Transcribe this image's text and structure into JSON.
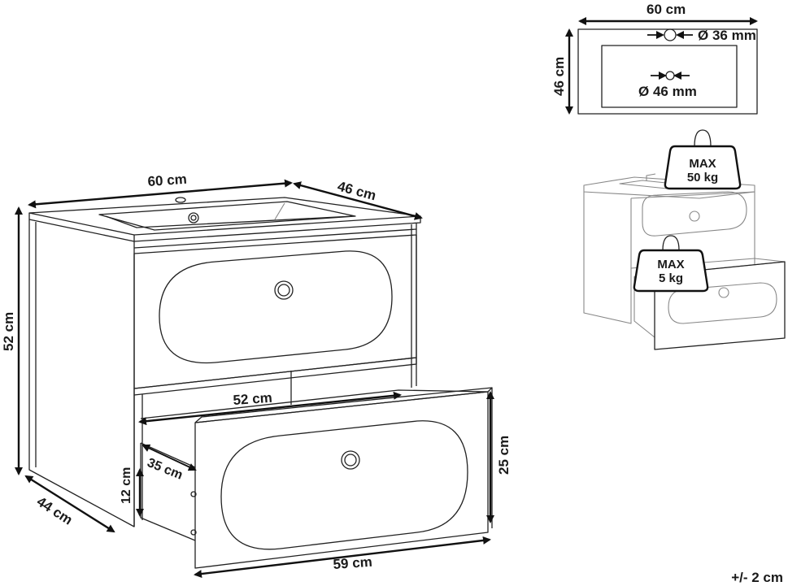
{
  "main_view": {
    "width_label": "60 cm",
    "depth_top_label": "46 cm",
    "height_label": "52 cm",
    "depth_bottom_label": "44 cm",
    "drawer_inner_width_label": "52 cm",
    "drawer_inner_depth_label": "35 cm",
    "drawer_inner_height_label": "12 cm",
    "drawer_front_height_label": "25 cm",
    "drawer_front_width_label": "59 cm"
  },
  "top_view": {
    "width_label": "60 cm",
    "depth_label": "46 cm",
    "tap_hole_label": "Ø 36 mm",
    "drain_label": "Ø 46 mm"
  },
  "load_view": {
    "basin_load_label_1": "MAX",
    "basin_load_label_2": "50 kg",
    "drawer_load_label_1": "MAX",
    "drawer_load_label_2": "5 kg"
  },
  "tolerance_label": "+/- 2 cm",
  "colors": {
    "line": "#111111",
    "faint_line": "#888888",
    "background": "#ffffff"
  }
}
